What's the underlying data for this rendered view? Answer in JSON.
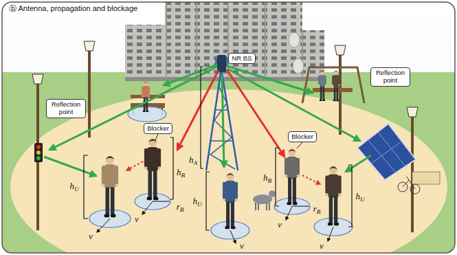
{
  "diagram": {
    "title": "ⓑ Antenna, propagation and blockage",
    "nodes": [
      {
        "text": [
          "NR BS"
        ]
      },
      {
        "text": [
          "Reflection point"
        ]
      },
      {
        "text": [
          "Reflection point"
        ]
      },
      {
        "text": [
          "Blocker"
        ]
      },
      {
        "text": [
          "Blocker"
        ]
      }
    ],
    "labels": [
      "hA",
      "hB",
      "hU",
      "v",
      "v",
      "rB",
      "hU",
      "v",
      "hB",
      "rB",
      "v",
      "hU",
      "v"
    ]
  }
}
